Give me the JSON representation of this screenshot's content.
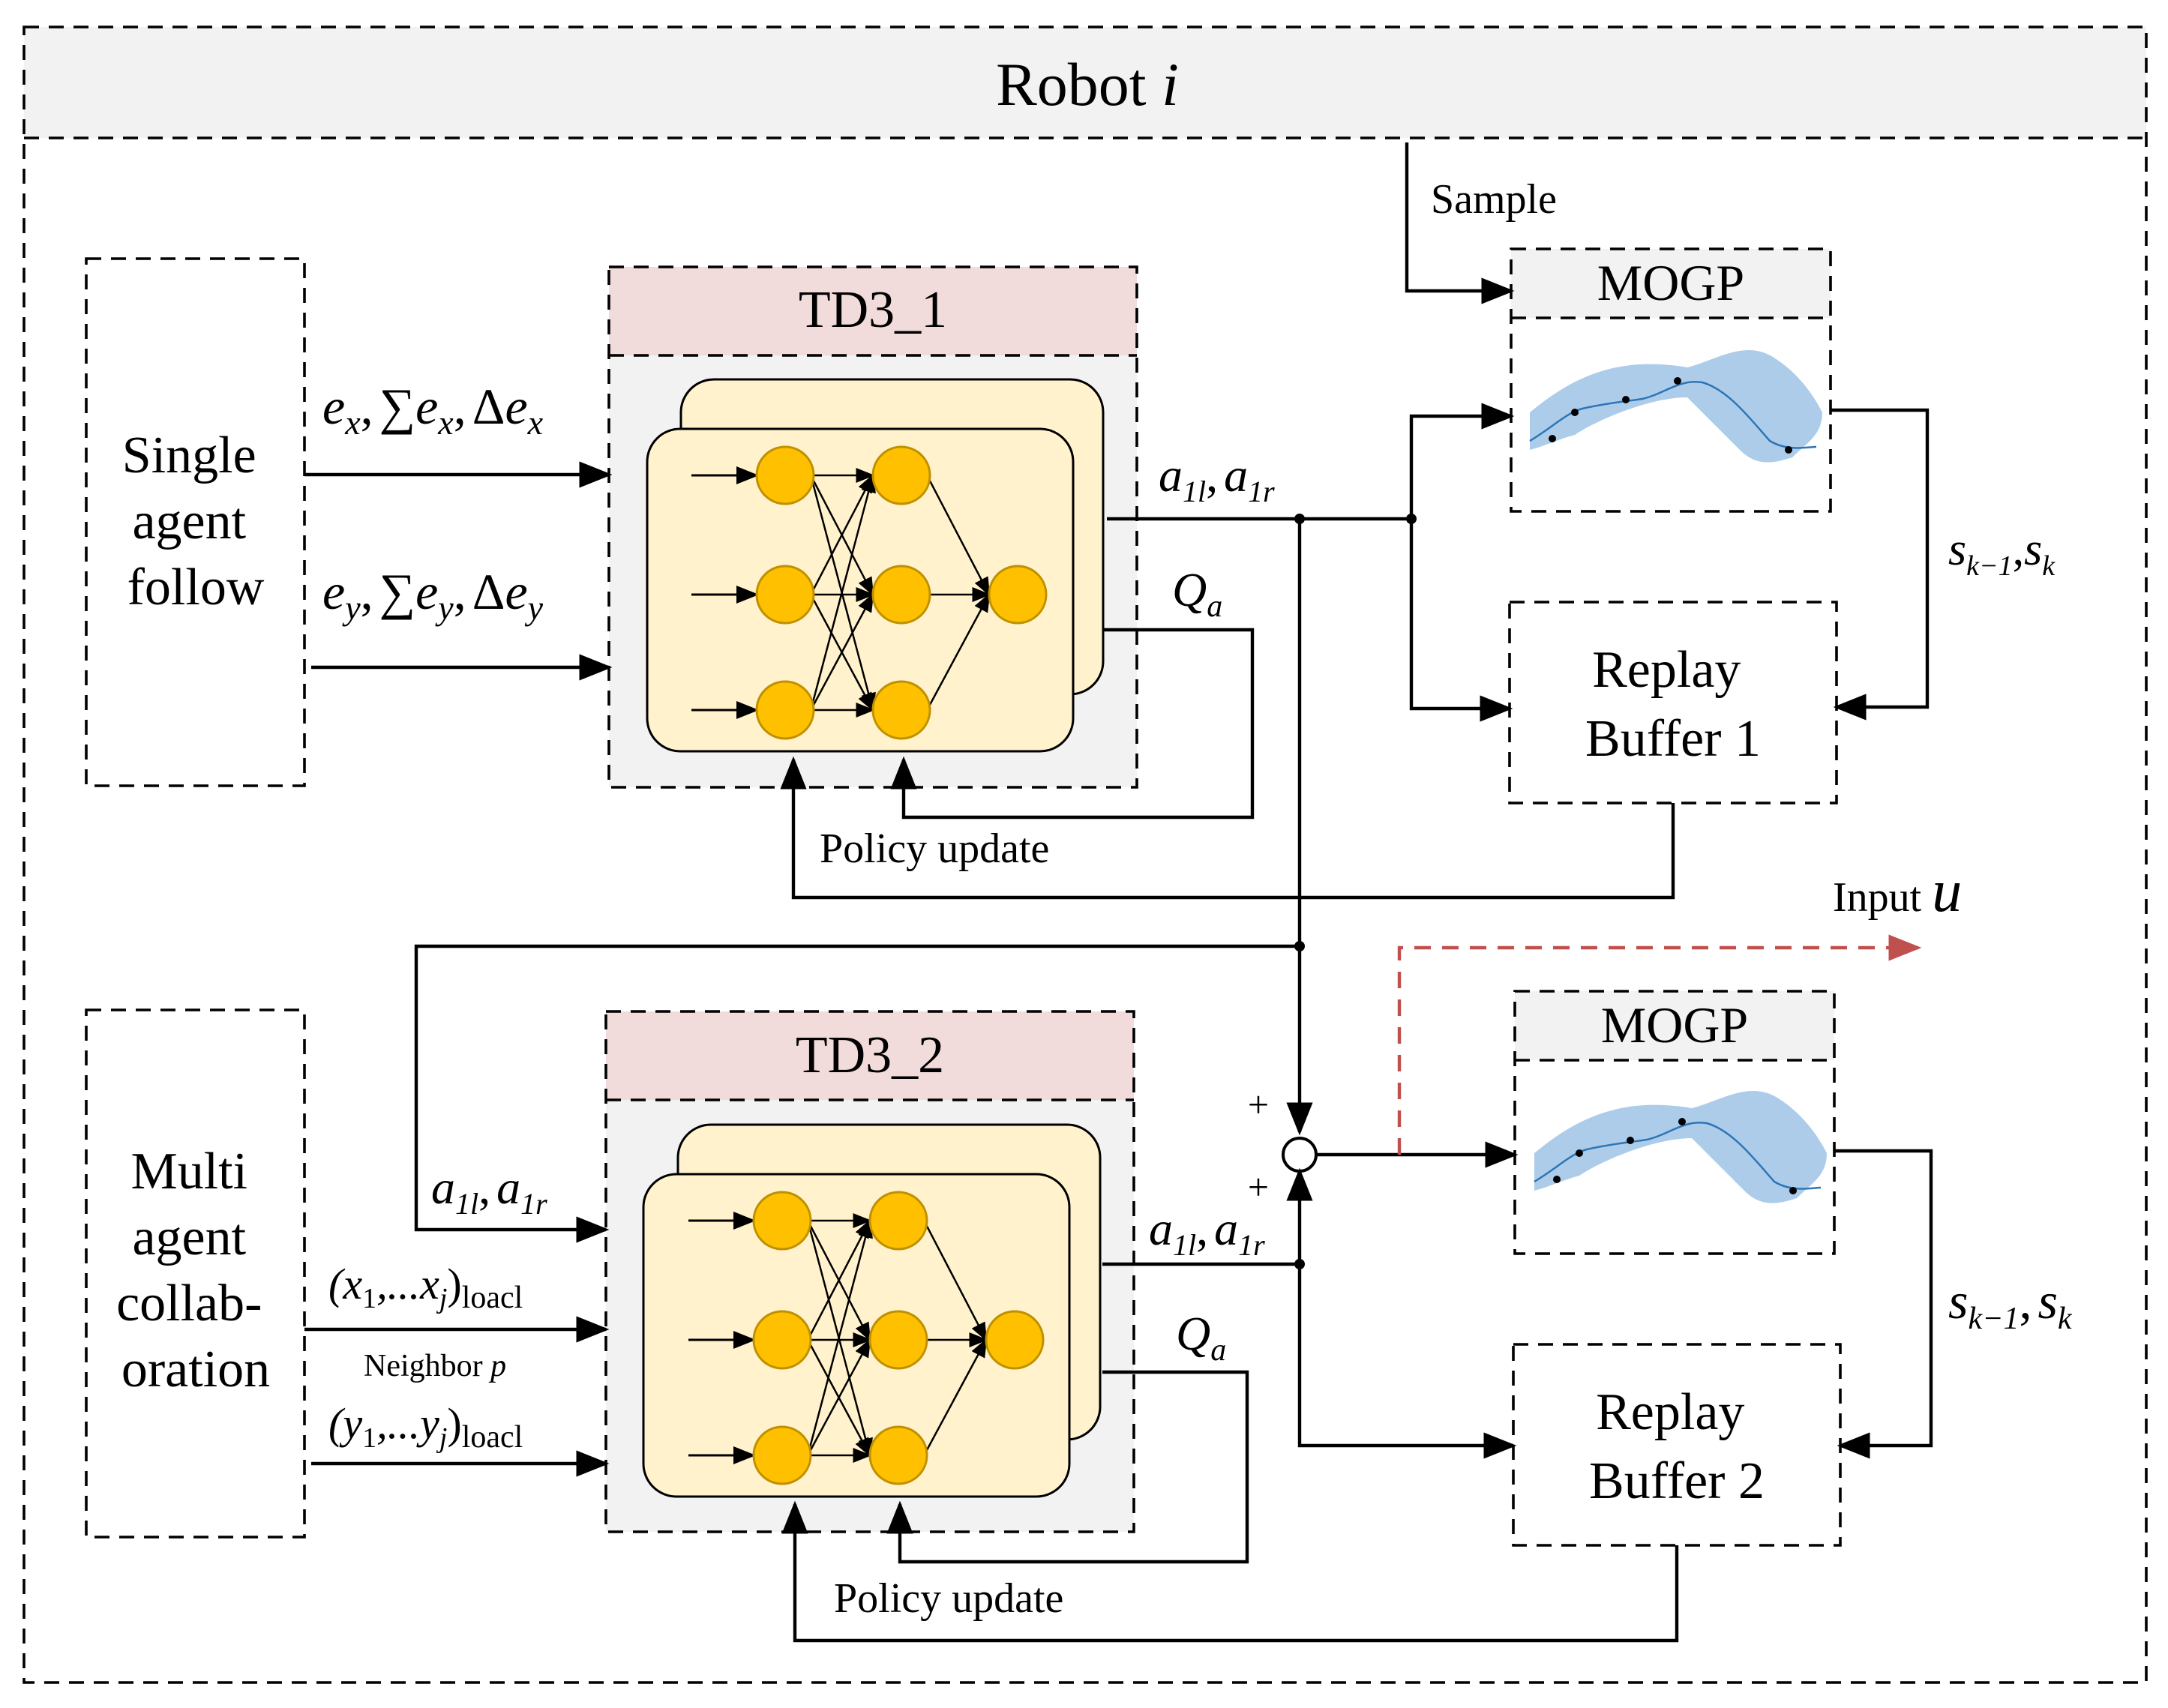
{
  "title": {
    "text": "Robot",
    "var": "i"
  },
  "left_panels": {
    "top": [
      "Single",
      "agent",
      "follow"
    ],
    "bottom": [
      "Multi",
      "agent",
      "collab-",
      "oration"
    ]
  },
  "td3_blocks": {
    "top": "TD3_1",
    "bottom": "TD3_2"
  },
  "mogp": {
    "top": "MOGP",
    "bottom": "MOGP"
  },
  "replay": {
    "top": [
      "Replay",
      "Buffer 1"
    ],
    "bottom": [
      "Replay",
      "Buffer 2"
    ]
  },
  "labels": {
    "sample": "Sample",
    "policy_update_top": "Policy update",
    "policy_update_bottom": "Policy update",
    "input": "Input",
    "input_var": "u",
    "plus_top": "+",
    "plus_bottom": "+",
    "neighbor": "Neighbor",
    "neighbor_var": "p",
    "loacl": "loacl",
    "s_sep": ","
  },
  "math": {
    "e": "e",
    "x": "x",
    "y": "y",
    "sum": "∑",
    "delta": "Δ",
    "comma": ",",
    "a": "a",
    "sub_1l": "1l",
    "sub_1r": "1r",
    "Q": "Q",
    "sub_a": "a",
    "s": "s",
    "sub_km1": "k−1",
    "sub_k": "k",
    "x1_open": "(x",
    "y1_open": "(y",
    "one": "1",
    "dots_x": ",...x",
    "dots_y": ",...y",
    "j": "j",
    "close": ")"
  },
  "colors": {
    "left_panel_fill": "#daeef3",
    "td3_header_fill": "#f2dcdb",
    "td3_body_fill": "#f2f2f2",
    "network_card_fill": "#fff2cc",
    "neuron_fill": "#ffc000",
    "neuron_stroke": "#bf9000",
    "mogp_header_fill": "#f2f2f2",
    "mogp_band_fill": "#9dc3e6",
    "mogp_curve": "#2e75b6",
    "replay_fill": "#ebf1de",
    "title_bar_fill": "#f2f2f2",
    "input_arrow": "#c0504d"
  }
}
